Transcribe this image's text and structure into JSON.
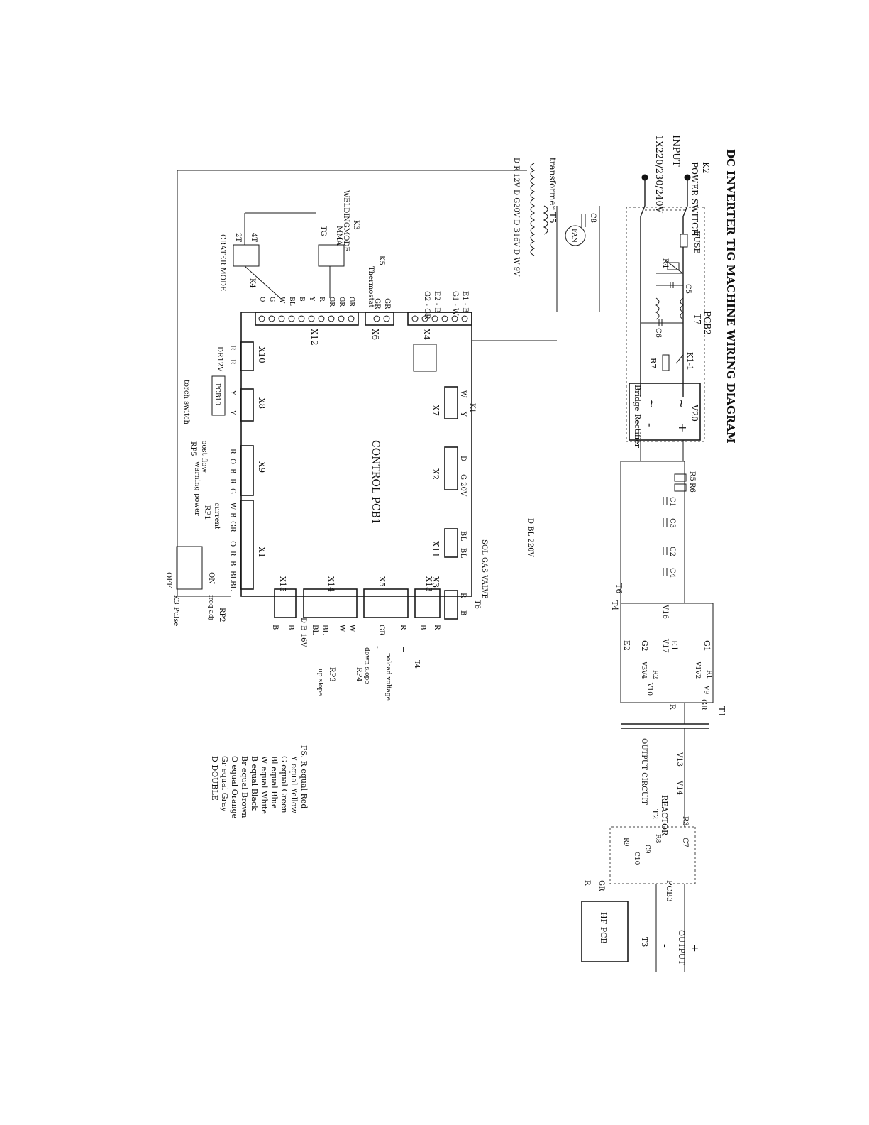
{
  "title": "DC INVERTER TIG MACHINE WIRING DIAGRAM",
  "input": {
    "label": "INPUT",
    "voltage": "1X220/230/240V",
    "switch_ref": "K2",
    "switch_label": "POWER SWITCH",
    "fuse": "FUSE"
  },
  "power_board": {
    "pcb": "PCB2",
    "t7": "T7",
    "k1": "K1-1",
    "r7": "R7",
    "c6": "C6",
    "r4": "R4",
    "c5": "C5",
    "c8": "C8",
    "fan": "FAN",
    "rectifier_ref": "V20",
    "rectifier_label": "Bridge Rectifier",
    "plus": "+",
    "minus": "-",
    "ac": "~"
  },
  "transformer": {
    "label": "transformer T5",
    "taps": "D R 12V  D G20V  D B16V  D W 9V"
  },
  "control_pcb": {
    "label": "CONTROL PCB1",
    "connectors": {
      "x1": "X1",
      "x2": "X2",
      "x3": "X3",
      "x4": "X4",
      "x5": "X5",
      "x6": "X6",
      "x7": "X7",
      "x8": "X8",
      "x9": "X9",
      "x10": "X10",
      "x11": "X11",
      "x12": "X12",
      "x13": "X13",
      "x14": "X14",
      "x15": "X15"
    }
  },
  "x4_wires": [
    "E1 - B",
    "G1 - W",
    "E2 - B",
    "G2 - GR"
  ],
  "x6_wires": [
    "GR",
    "GR"
  ],
  "x12_wires": [
    "GR",
    "GR",
    "GR",
    "R",
    "Y",
    "B",
    "BL",
    "W",
    "G",
    "O"
  ],
  "x7_wires": [
    "W",
    "Y"
  ],
  "x2_wires": [
    "D",
    "G 20V"
  ],
  "x11_wires": [
    "BL",
    "BL"
  ],
  "x10_wires": [
    "R",
    "R"
  ],
  "x8_wires": [
    "Y",
    "Y"
  ],
  "x9_wires": [
    "R",
    "O",
    "B",
    "R",
    "G"
  ],
  "x1_wires": [
    "W",
    "B",
    "GR",
    "O",
    "R",
    "B",
    "BL",
    "BL"
  ],
  "x15_wires": [
    "B",
    "B"
  ],
  "x14_wires": [
    "W",
    "W",
    "BL",
    "BL"
  ],
  "x5_wires": [
    "GR",
    "R"
  ],
  "x13_wires": [
    "R",
    "B"
  ],
  "x3_wires": [
    "R",
    "B"
  ],
  "labels": {
    "k3": "K3",
    "welding_mode": "WELDINGMODE",
    "mma": "MMA",
    "tg": "TG",
    "k5": "K5",
    "thermostat": "Thermostat",
    "k4": "K4",
    "t4_2": "4T",
    "t2_2": "2T",
    "crater": "CRATER MODE",
    "k1": "K1",
    "dr12v": "DR12V",
    "pcb10": "PCB10",
    "torch": "torch switch",
    "post_flow": "post flow",
    "rp5": "RP5",
    "warning_power": "warning power",
    "current": "current",
    "rp1": "RP1",
    "on": "ON",
    "off": "OFF",
    "k3_pulse": "K3 Pulse",
    "freq_adj": "freq adj",
    "rp2": "RP2",
    "db16v": "D B 16V",
    "rp3": "RP3",
    "up_slope": "up slope",
    "rp4": "RP4",
    "down_slope": "down slope",
    "noload": "noload voltage",
    "noload_plus": "+",
    "noload_minus": "-",
    "t4": "T4",
    "t6": "T6",
    "sol_gas": "SOL GAS VALVE",
    "dbl220v": "D BL 220V"
  },
  "dc_bus": {
    "r5": "R5",
    "r6": "R6",
    "c1": "C1",
    "c3": "C3",
    "c2": "C2",
    "c4": "C4"
  },
  "inverter": {
    "v16": "V16",
    "v17": "V17",
    "g1": "G1",
    "e1": "E1",
    "g2": "G2",
    "e2": "E2",
    "v1": "V1",
    "v2": "V2",
    "r1": "R1",
    "v9": "V9",
    "v3": "V3",
    "v4": "V4",
    "r2": "R2",
    "v10": "V10",
    "t6": "T6",
    "t4": "T4",
    "t1": "T1",
    "gr": "GR",
    "r": "R"
  },
  "output": {
    "v13": "V13",
    "v14": "V14",
    "output_circuit": "OUTPUT CIRCUIT",
    "reactor": "REACTOR",
    "t2": "T2",
    "r3": "R3",
    "c7": "C7",
    "r8": "R8",
    "r9": "R9",
    "c9": "C9",
    "c10": "C10",
    "pcb3": "PCB3",
    "hf_pcb": "HF PCB",
    "t3": "T3",
    "gr": "GR",
    "r": "R",
    "output_label": "OUTPUT",
    "plus": "+",
    "minus": "-"
  },
  "legend": [
    "PS. R  equal  Red",
    "Y  equal  Yellow",
    "G  equal  Green",
    "Bl  equal  Blue",
    "W  equal  White",
    "B  equal  Black",
    "Br  equal  Brown",
    "O  equal  Orange",
    "Gr  equal  Gray",
    "D   DOUBLE"
  ]
}
